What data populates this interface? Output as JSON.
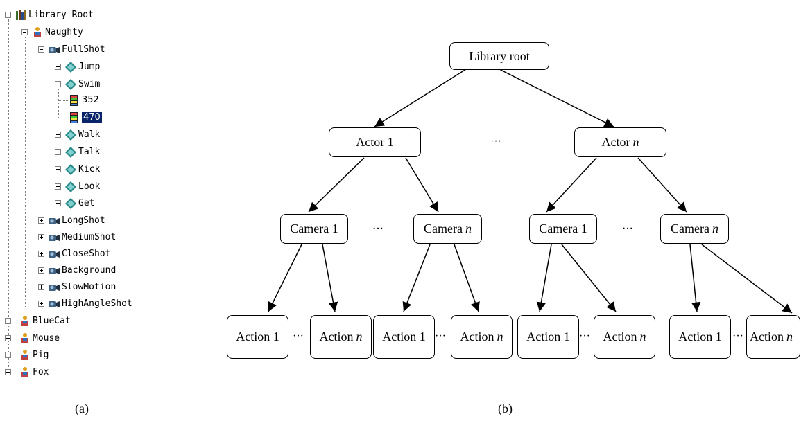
{
  "tree": {
    "root": "Library Root",
    "actors": [
      {
        "label": "Naughty",
        "cameras": [
          {
            "label": "FullShot",
            "actions": [
              {
                "label": "Jump"
              },
              {
                "label": "Swim",
                "takes": [
                  "352",
                  "470"
                ]
              },
              {
                "label": "Walk"
              },
              {
                "label": "Talk"
              },
              {
                "label": "Kick"
              },
              {
                "label": "Look"
              },
              {
                "label": "Get"
              }
            ]
          },
          {
            "label": "LongShot"
          },
          {
            "label": "MediumShot"
          },
          {
            "label": "CloseShot"
          },
          {
            "label": "Background"
          },
          {
            "label": "SlowMotion"
          },
          {
            "label": "HighAngleShot"
          }
        ]
      },
      {
        "label": "BlueCat"
      },
      {
        "label": "Mouse"
      },
      {
        "label": "Pig"
      },
      {
        "label": "Fox"
      }
    ],
    "selected_take": "470"
  },
  "captions": {
    "a": "(a)",
    "b": "(b)"
  },
  "diagram": {
    "root": "Library root",
    "actor_1": "Actor 1",
    "actor_n_prefix": "Actor",
    "camera_1": "Camera 1",
    "camera_n_prefix": "Camera",
    "action_1": "Action 1",
    "action_n_prefix": "Action",
    "italic_n": "n",
    "ellipsis": "···"
  }
}
